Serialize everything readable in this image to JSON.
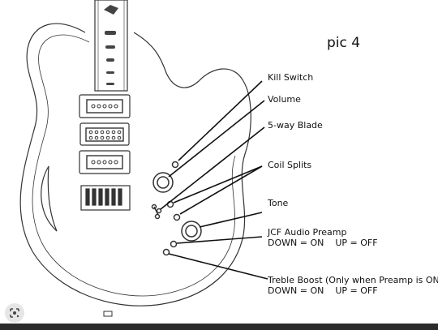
{
  "title": "pic 4",
  "labels": {
    "kill_switch": "Kill Switch",
    "volume": "Volume",
    "blade": "5-way Blade",
    "coil_splits": "Coil Splits",
    "tone": "Tone",
    "preamp_title": "JCF Audio Preamp",
    "preamp_state": "DOWN = ON    UP = OFF",
    "boost_title": "Treble Boost (Only when Preamp is ON)",
    "boost_state": "DOWN = ON    UP = OFF"
  },
  "icons": {
    "lens": "google-lens-icon"
  }
}
